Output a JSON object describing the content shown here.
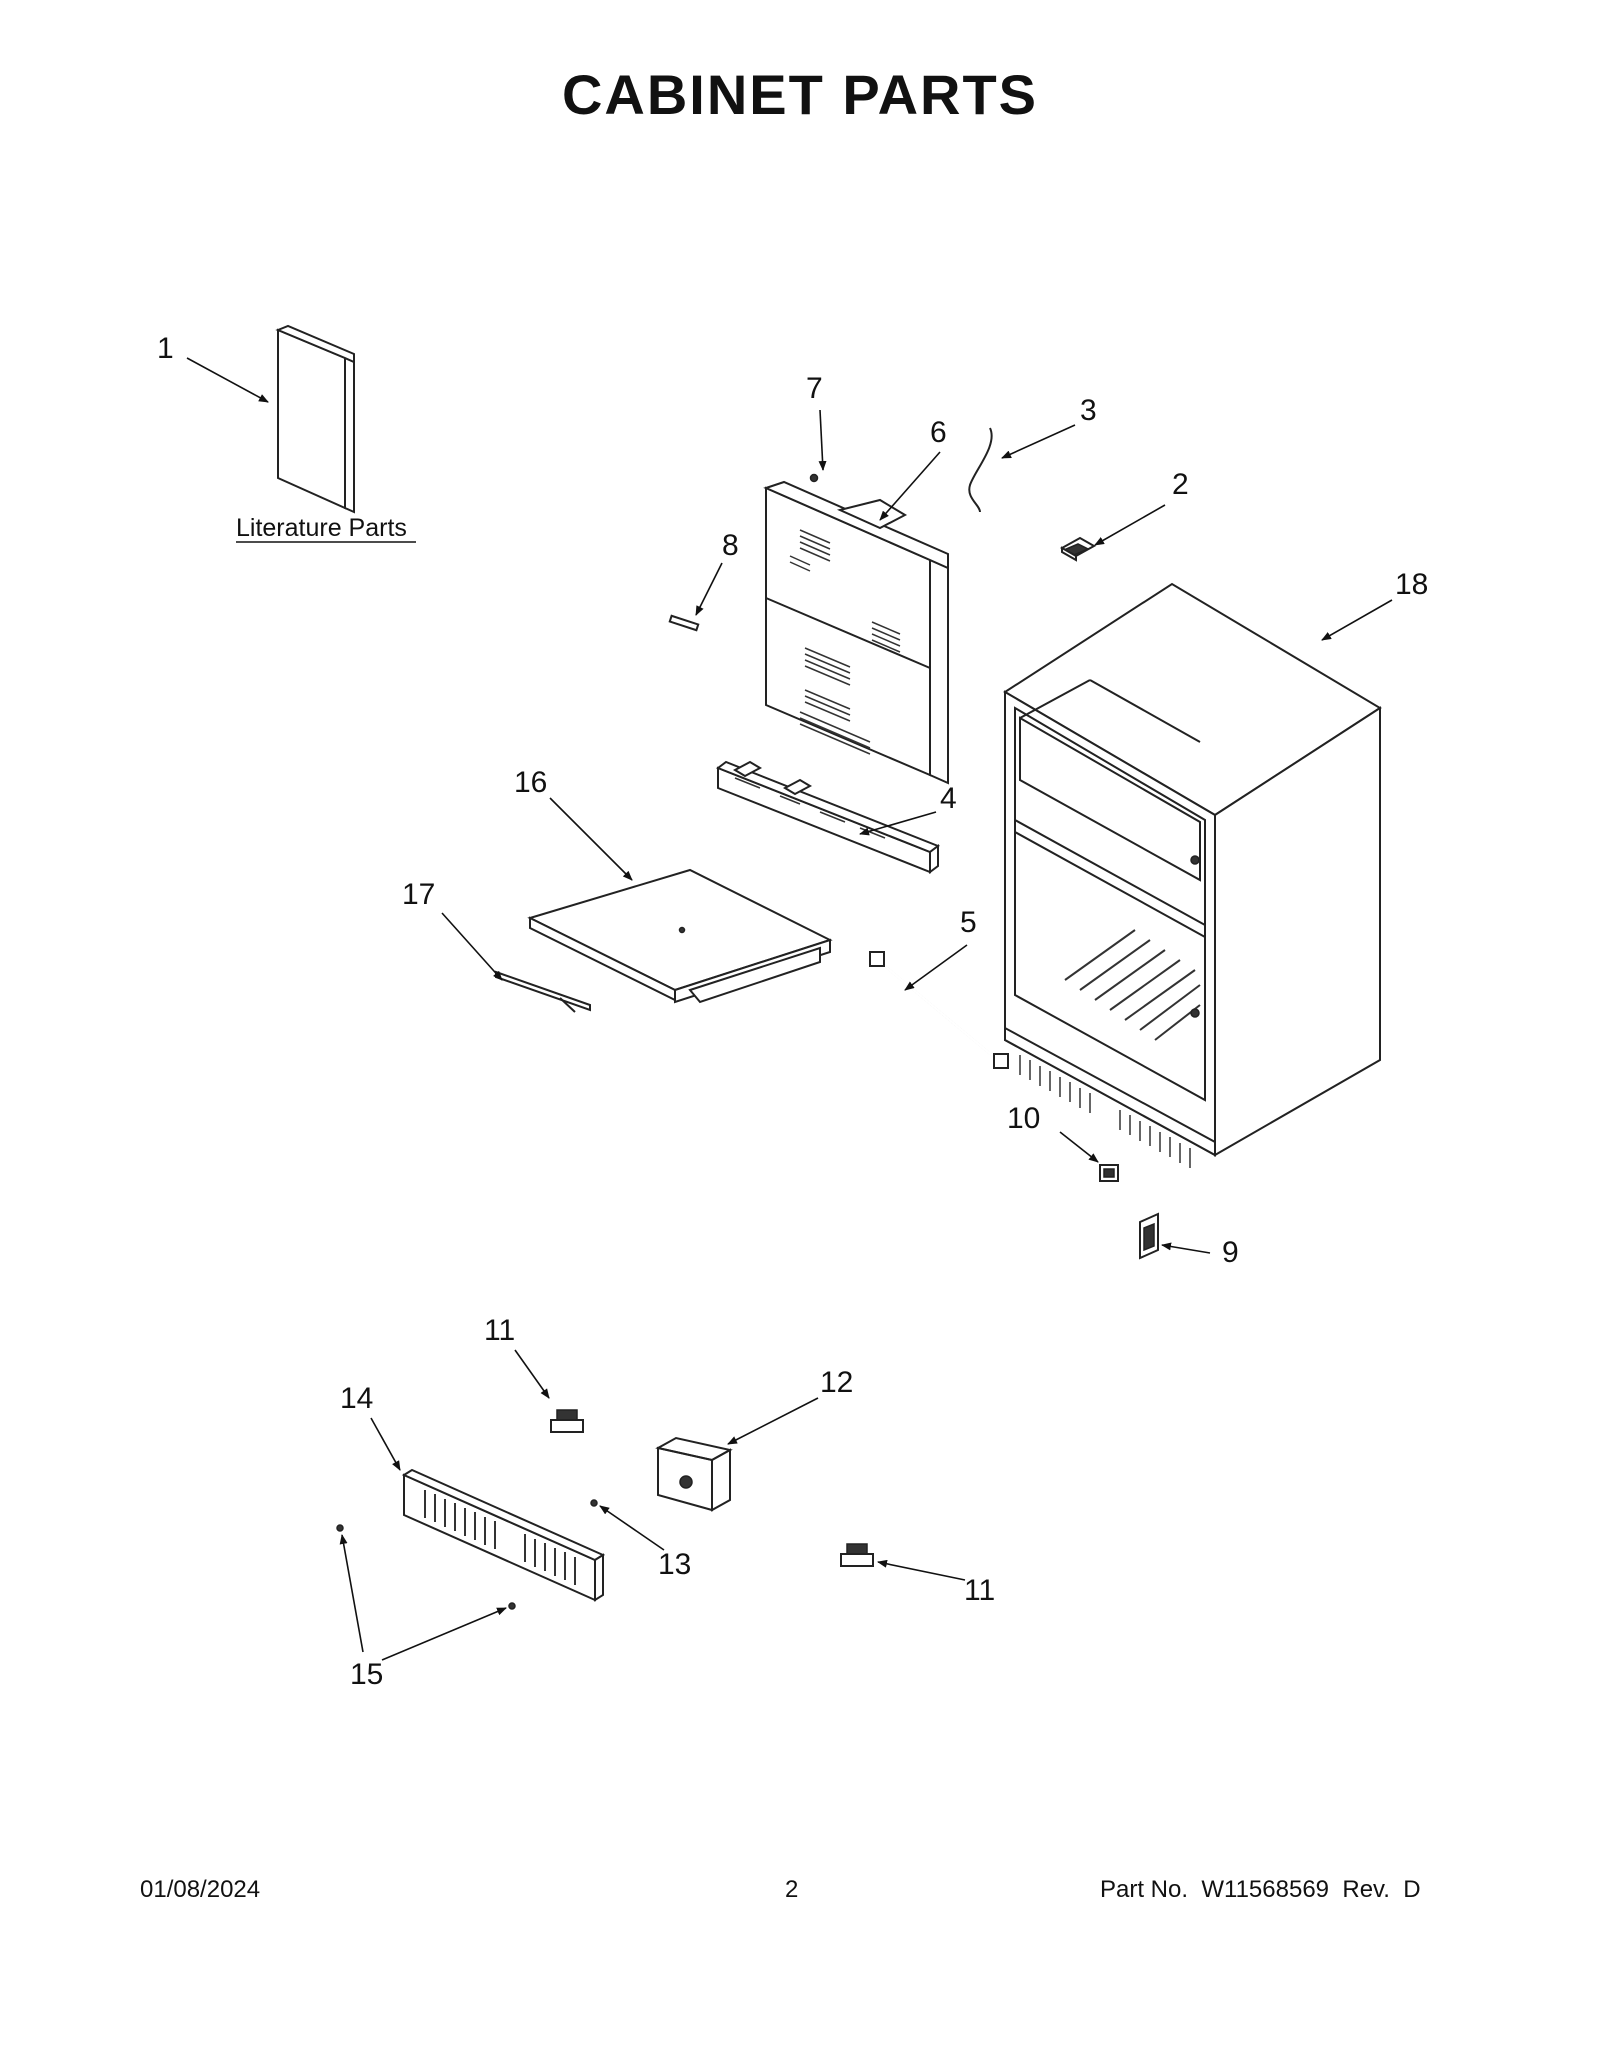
{
  "page": {
    "title": "CABINET PARTS",
    "literature_label": "Literature Parts"
  },
  "callouts": {
    "c1": "1",
    "c2": "2",
    "c3": "3",
    "c4": "4",
    "c5": "5",
    "c6": "6",
    "c7": "7",
    "c8": "8",
    "c9": "9",
    "c10": "10",
    "c11a": "11",
    "c11b": "11",
    "c12": "12",
    "c13": "13",
    "c14": "14",
    "c15": "15",
    "c16": "16",
    "c17": "17",
    "c18": "18"
  },
  "footer": {
    "date": "01/08/2024",
    "page_number": "2",
    "part_no": "Part No.  W11568569  Rev.  D"
  }
}
